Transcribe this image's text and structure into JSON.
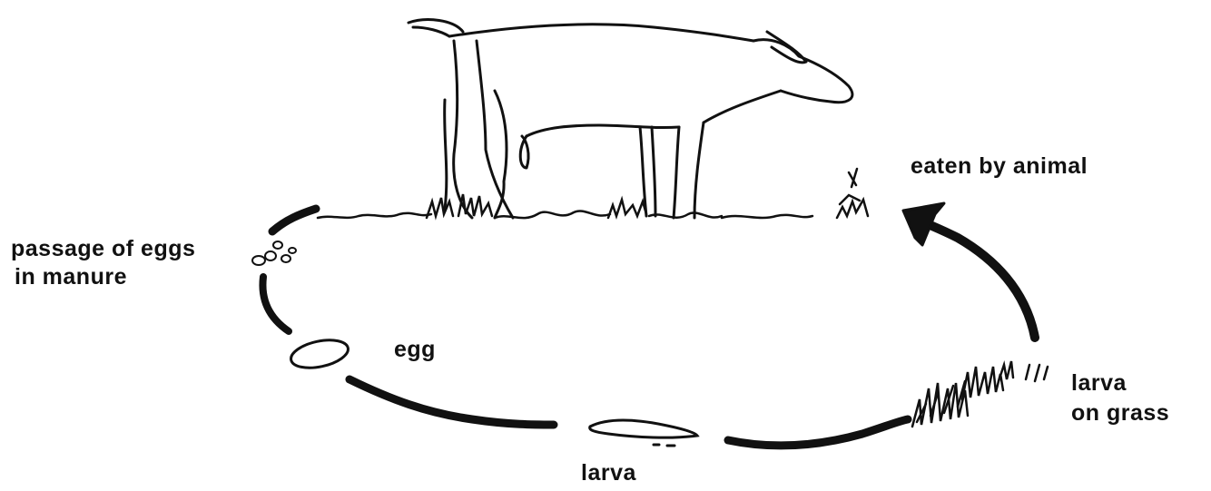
{
  "labels": {
    "eaten": "eaten by animal",
    "passage_line1": "passage of eggs",
    "passage_line2": "in manure",
    "egg": "egg",
    "larva_grass_line1": "larva",
    "larva_grass_line2": "on grass",
    "larva": "larva"
  },
  "colors": {
    "ink": "#111111",
    "background": "#ffffff"
  },
  "icons": {
    "animal": "goat-icon",
    "eggs": "egg-cluster-icon",
    "egg": "egg-icon",
    "larva": "larva-icon",
    "grass": "grass-icon",
    "arrow": "cycle-arrow"
  }
}
